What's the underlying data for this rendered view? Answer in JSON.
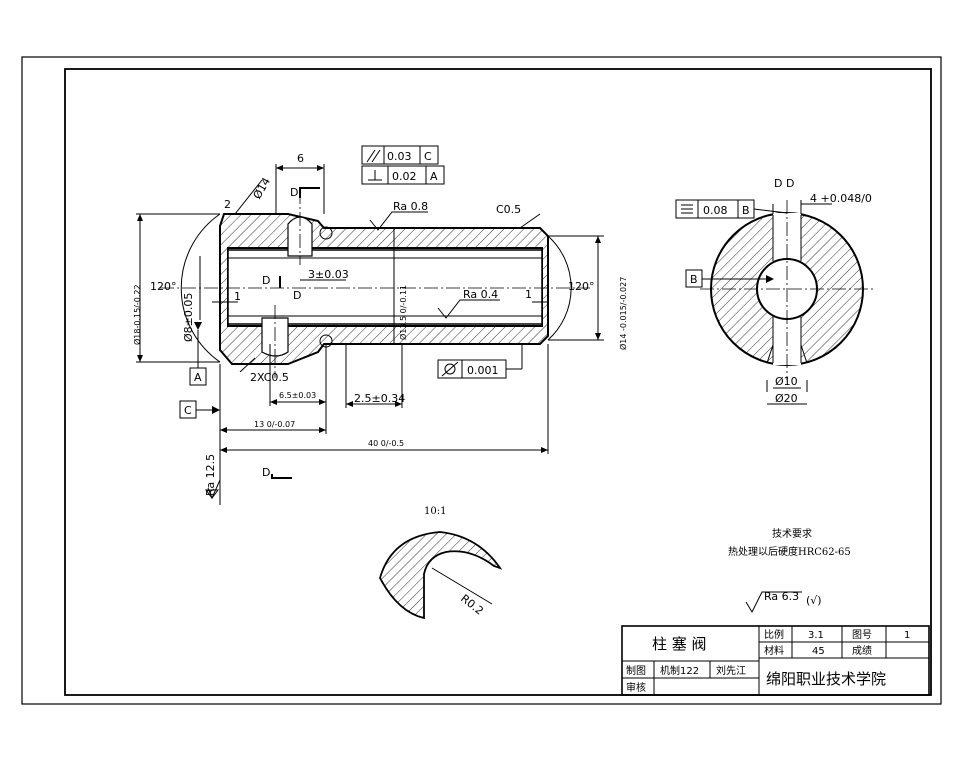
{
  "title_block": {
    "part_name": "柱 塞 阀",
    "scale_label": "比例",
    "scale_value": "3.1",
    "drawing_no_label": "图号",
    "drawing_no_value": "1",
    "material_label": "材料",
    "material_value": "45",
    "grade_label": "成绩",
    "grade_value": "",
    "drawn_label": "制图",
    "class_value": "机制122",
    "drawn_by": "刘先江",
    "checked_label": "审核",
    "school": "绵阳职业技术学院"
  },
  "dimensions": {
    "d6": "6",
    "d14": "Ø14",
    "d2": "2",
    "d120_left": "120°",
    "d120_right": "120°",
    "d18": "Ø18-0.15/-0.22",
    "d8": "Ø8±0.05",
    "d1_left": "1",
    "d3": "3±0.03",
    "d13_5": "Ø13.5 0/-0.11",
    "d14_right": "Ø14 -0.015/-0.027",
    "d1_right": "1",
    "c05": "C0.5",
    "chamfer": "2XC0.5",
    "d6_5": "6.5±0.03",
    "d2_5": "2.5±0.34",
    "d13": "13 0/-0.07",
    "d40": "40 0/-0.5"
  },
  "surface": {
    "ra08": "Ra 0.8",
    "ra04": "Ra 0.4",
    "ra125": "Ra 12.5",
    "ra63": "Ra 6.3"
  },
  "tolerances": {
    "parallel_value": "0.03",
    "parallel_ref": "C",
    "perp_value": "0.02",
    "perp_ref": "A",
    "cyl_value": "0.001",
    "sym_value": "0.08",
    "sym_ref": "B"
  },
  "datums": {
    "a": "A",
    "b": "B",
    "c": "C"
  },
  "section": {
    "label": "D D",
    "cut_d": "D",
    "slot": "4 +0.048/0",
    "d10": "Ø10",
    "d20": "Ø20"
  },
  "detail": {
    "scale": "10:1",
    "radius": "R0.2"
  },
  "notes": {
    "title": "技术要求",
    "line1": "热处理以后硬度HRC62-65",
    "other": "(√)"
  }
}
